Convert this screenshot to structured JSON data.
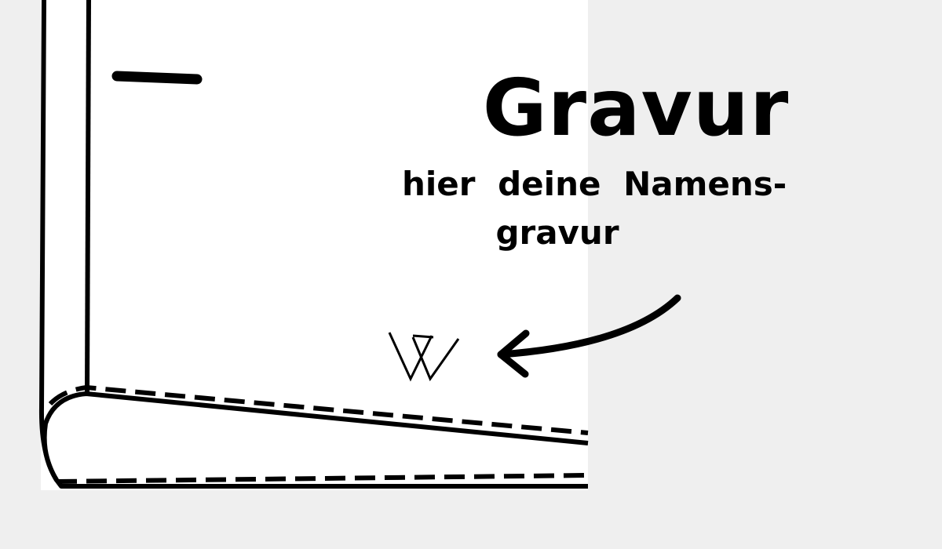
{
  "headline": "Gravur",
  "subline_1": "hier  deine Namens-",
  "subline_2": "gravur",
  "icons": {
    "logo": "w-monogram-logo",
    "arrow": "curved-arrow-left"
  },
  "colors": {
    "background": "#efefef",
    "panel": "#ffffff",
    "ink": "#000000"
  }
}
